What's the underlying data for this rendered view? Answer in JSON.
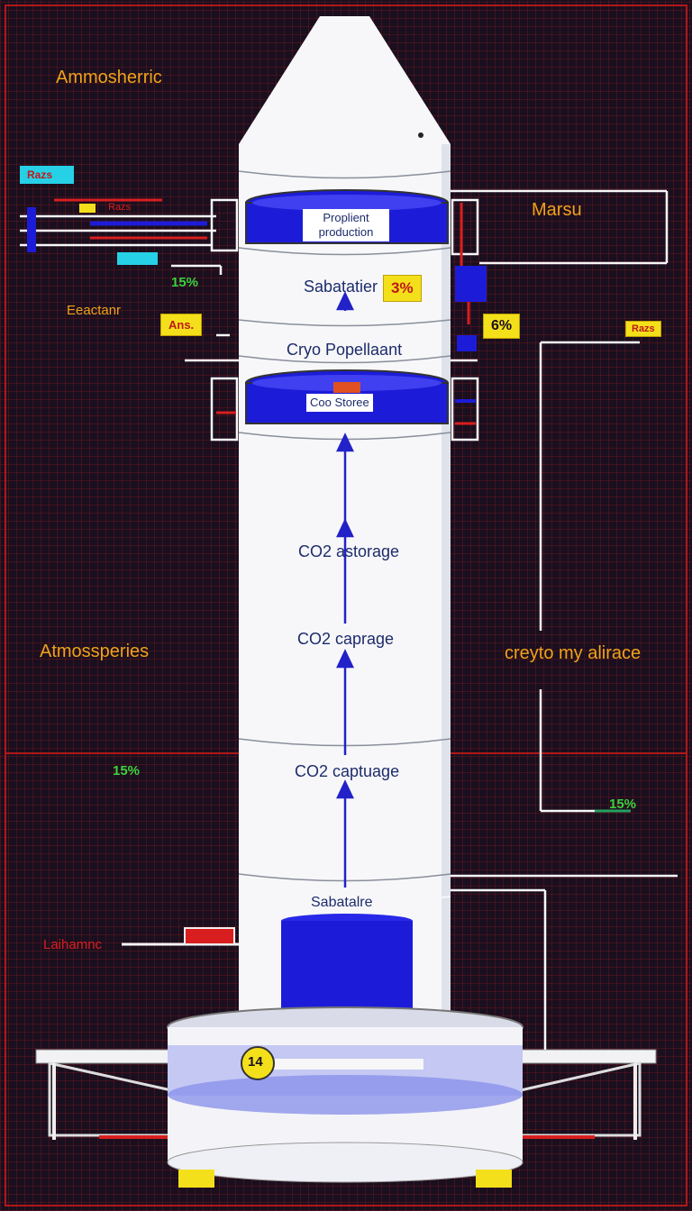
{
  "side_labels": {
    "top_left": "Ammosherric",
    "top_right": "Marsu",
    "mid_left": "Eeactanr",
    "left_middle": "Atmossperies",
    "right_middle": "creyto my alirace",
    "bottom_left": "Laihamnc"
  },
  "tags": {
    "top_left_cyan": "Razs",
    "left_yellow": "Ans.",
    "right_yellow_small": "Razs",
    "left_red_small": "Razs"
  },
  "percentages": {
    "left_top": "15%",
    "sabatier_badge": "3%",
    "right_badge": "6%",
    "left_lower": "15%",
    "right_lower": "15%"
  },
  "stages": {
    "propellant_production": "Proplient production",
    "sabatier_top": "Sabatatier",
    "cryo_propellant": "Cryo Popellaant",
    "cryo_storage": "Coo Storee",
    "co2_storage": "CO2 astorage",
    "co2_capture_1": "CO2 caprage",
    "co2_capture_2": "CO2 captuage",
    "sabatier_bottom": "Sabatalre",
    "base_badge": "14"
  },
  "colors": {
    "background": "#1a0f1e",
    "tower": "#f7f7f9",
    "tank_blue": "#1c1cd8",
    "arrow_blue": "#2222c8",
    "label_orange": "#f0a21a",
    "percent_green": "#3dd13d",
    "badge_yellow": "#f4e01a",
    "accent_red": "#d81e1e"
  }
}
